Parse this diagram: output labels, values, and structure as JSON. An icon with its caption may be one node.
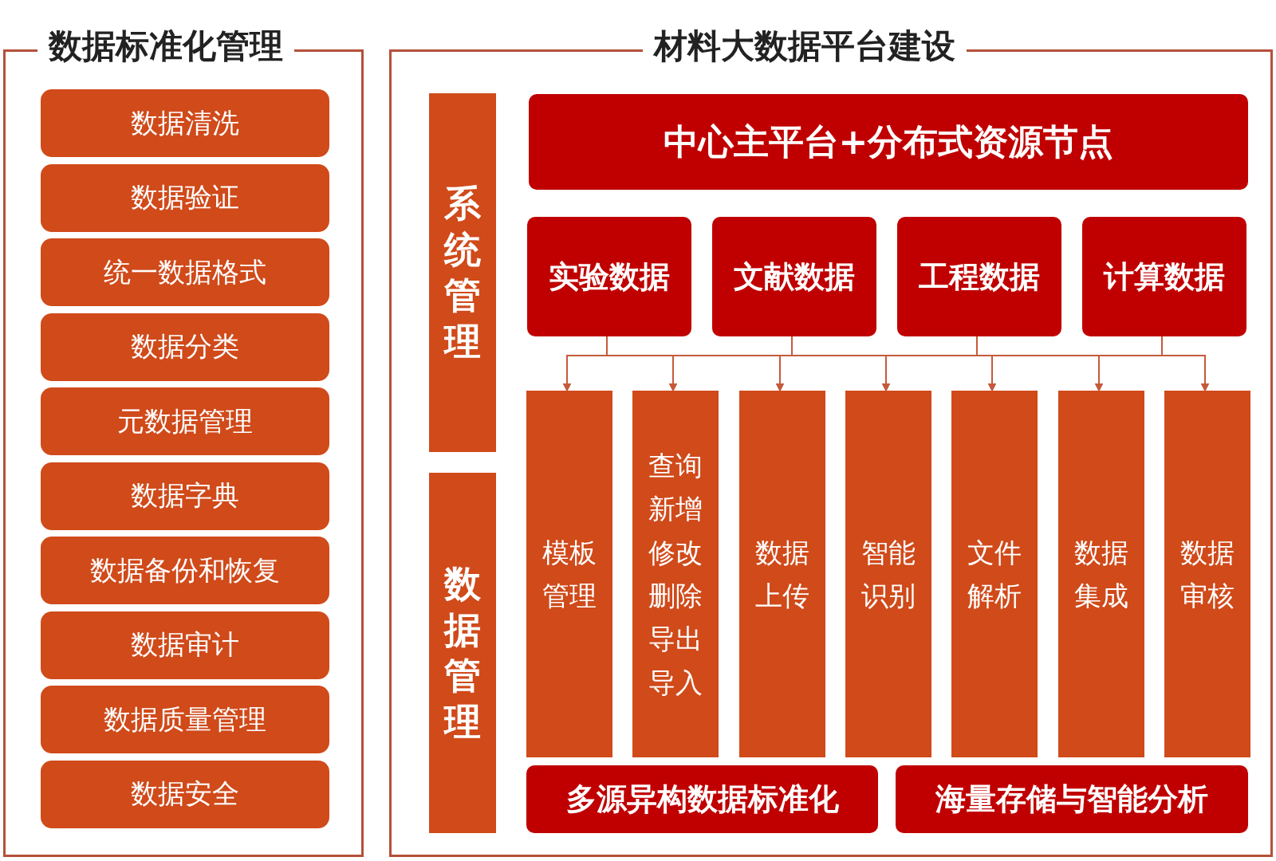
{
  "diagram": {
    "nodes": [
      {
        "text": [
          "数据标准化管理"
        ]
      },
      {
        "text": [
          "数据清洗"
        ],
        "in": 0
      },
      {
        "text": [
          "数据验证"
        ],
        "in": 0
      },
      {
        "text": [
          "统一数据格式"
        ],
        "in": 0
      },
      {
        "text": [
          "数据分类"
        ],
        "in": 0
      },
      {
        "text": [
          "元数据管理"
        ],
        "in": 0
      },
      {
        "text": [
          "数据字典"
        ],
        "in": 0
      },
      {
        "text": [
          "数据备份和恢复"
        ],
        "in": 0
      },
      {
        "text": [
          "数据审计"
        ],
        "in": 0
      },
      {
        "text": [
          "数据质量管理"
        ],
        "in": 0
      },
      {
        "text": [
          "数据安全"
        ],
        "in": 0
      },
      {
        "text": [
          "材料大数据平台建设"
        ]
      },
      {
        "text": [
          "系统管理"
        ],
        "in": 11
      },
      {
        "text": [
          "数据管理"
        ],
        "in": 11
      },
      {
        "text": [
          "中心主平台+分布式资源节点"
        ],
        "in": 11
      },
      {
        "text": [
          "实验数据"
        ],
        "in": 11
      },
      {
        "text": [
          "文献数据"
        ],
        "in": 11
      },
      {
        "text": [
          "工程数据"
        ],
        "in": 11
      },
      {
        "text": [
          "计算数据"
        ],
        "in": 11
      },
      {
        "text": [
          "模板管理"
        ],
        "in": 11
      },
      {
        "text": [
          "查询新增修改删除导出导入"
        ],
        "in": 11
      },
      {
        "text": [
          "数据上传"
        ],
        "in": 11
      },
      {
        "text": [
          "智能识别"
        ],
        "in": 11
      },
      {
        "text": [
          "文件解析"
        ],
        "in": 11
      },
      {
        "text": [
          "数据集成"
        ],
        "in": 11
      },
      {
        "text": [
          "数据审核"
        ],
        "in": 11
      },
      {
        "text": [
          "多源异构数据标准化"
        ],
        "in": 11
      },
      {
        "text": [
          "海量存储与智能分析"
        ],
        "in": 11
      }
    ],
    "edges": [
      {
        "from": 15,
        "to": 19,
        "arrow": "to"
      },
      {
        "from": 15,
        "to": 20,
        "arrow": "to"
      },
      {
        "from": 15,
        "to": 21,
        "arrow": "to"
      },
      {
        "from": 15,
        "to": 22,
        "arrow": "to"
      },
      {
        "from": 15,
        "to": 23,
        "arrow": "to"
      },
      {
        "from": 15,
        "to": 24,
        "arrow": "to"
      },
      {
        "from": 15,
        "to": 25,
        "arrow": "to"
      },
      {
        "from": 16,
        "to": 19,
        "arrow": "to"
      },
      {
        "from": 16,
        "to": 20,
        "arrow": "to"
      },
      {
        "from": 16,
        "to": 21,
        "arrow": "to"
      },
      {
        "from": 16,
        "to": 22,
        "arrow": "to"
      },
      {
        "from": 16,
        "to": 23,
        "arrow": "to"
      },
      {
        "from": 16,
        "to": 24,
        "arrow": "to"
      },
      {
        "from": 16,
        "to": 25,
        "arrow": "to"
      },
      {
        "from": 17,
        "to": 19,
        "arrow": "to"
      },
      {
        "from": 17,
        "to": 20,
        "arrow": "to"
      },
      {
        "from": 17,
        "to": 21,
        "arrow": "to"
      },
      {
        "from": 17,
        "to": 22,
        "arrow": "to"
      },
      {
        "from": 17,
        "to": 23,
        "arrow": "to"
      },
      {
        "from": 17,
        "to": 24,
        "arrow": "to"
      },
      {
        "from": 17,
        "to": 25,
        "arrow": "to"
      },
      {
        "from": 18,
        "to": 19,
        "arrow": "to"
      },
      {
        "from": 18,
        "to": 20,
        "arrow": "to"
      },
      {
        "from": 18,
        "to": 21,
        "arrow": "to"
      },
      {
        "from": 18,
        "to": 22,
        "arrow": "to"
      },
      {
        "from": 18,
        "to": 23,
        "arrow": "to"
      },
      {
        "from": 18,
        "to": 24,
        "arrow": "to"
      },
      {
        "from": 18,
        "to": 25,
        "arrow": "to"
      }
    ]
  }
}
